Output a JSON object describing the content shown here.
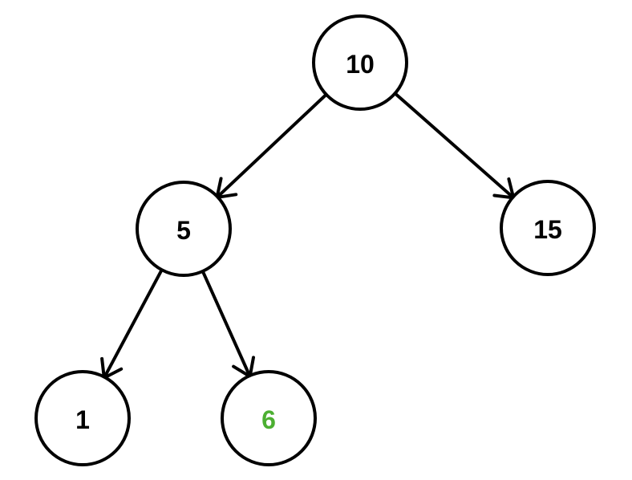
{
  "tree": {
    "nodes": [
      {
        "id": "n10",
        "label": "10",
        "color": "#000000"
      },
      {
        "id": "n5",
        "label": "5",
        "color": "#000000"
      },
      {
        "id": "n15",
        "label": "15",
        "color": "#000000"
      },
      {
        "id": "n1",
        "label": "1",
        "color": "#000000"
      },
      {
        "id": "n6",
        "label": "6",
        "color": "#4caf32"
      }
    ],
    "edges": [
      {
        "from": "n10",
        "to": "n5"
      },
      {
        "from": "n10",
        "to": "n15"
      },
      {
        "from": "n5",
        "to": "n1"
      },
      {
        "from": "n5",
        "to": "n6"
      }
    ],
    "highlight_color": "#4caf32"
  }
}
